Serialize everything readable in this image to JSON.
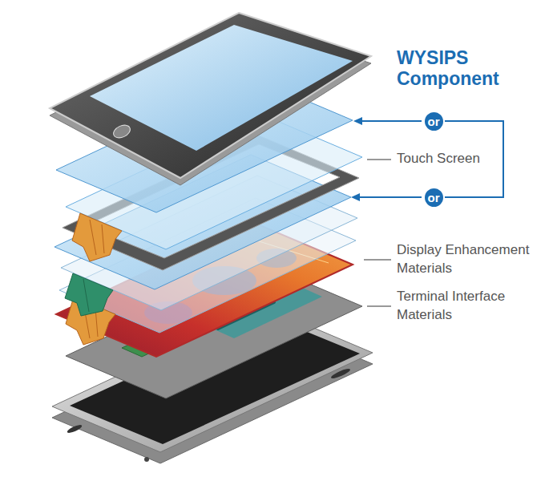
{
  "diagram": {
    "nodes": [
      {
        "text": [
          "or"
        ]
      },
      {
        "text": [
          "or"
        ]
      }
    ],
    "edges": [
      {
        "from": 0,
        "to": 1,
        "arrow": "none"
      }
    ],
    "labels": [
      "WYSIPS Component",
      "Touch Screen",
      "Display Enhancement Materials",
      "Terminal Interface Materials"
    ]
  }
}
